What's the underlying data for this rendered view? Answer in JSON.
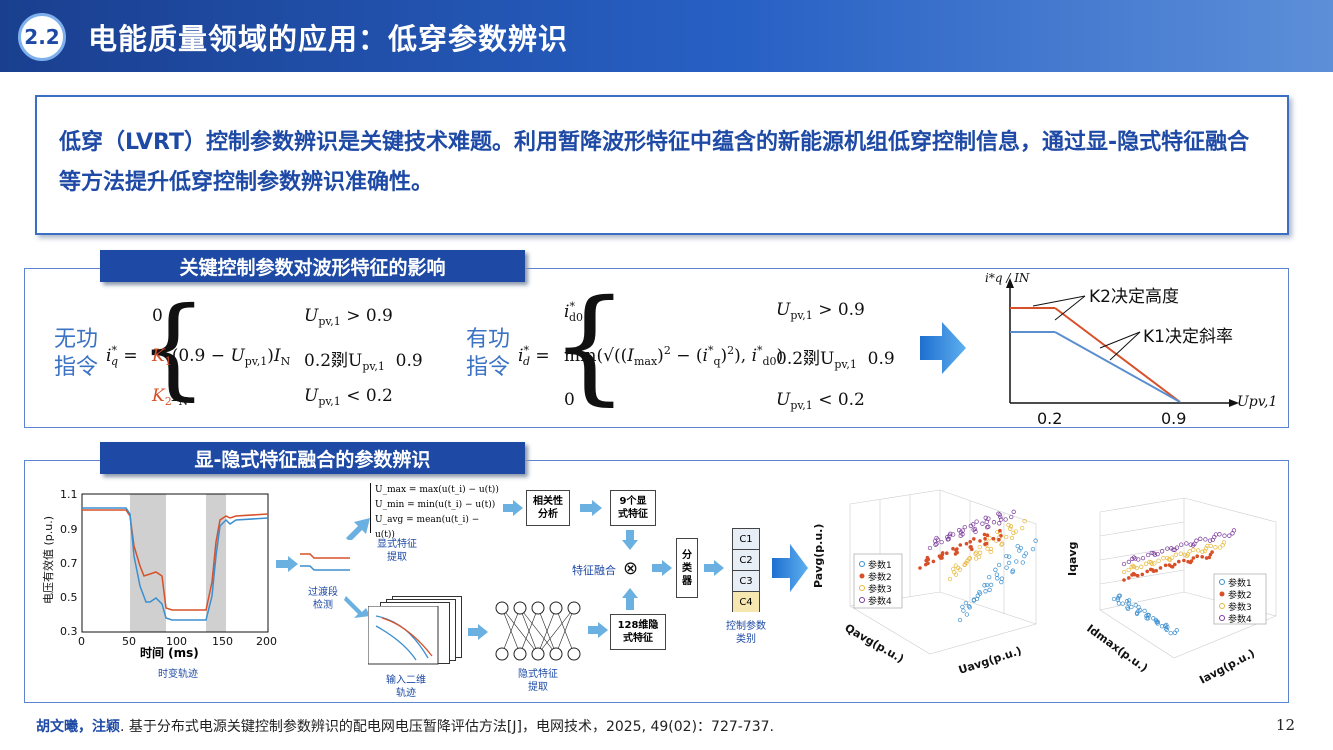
{
  "header": {
    "badge": "2.2",
    "title": "电能质量领域的应用：低穿参数辨识"
  },
  "intro": {
    "text": "低穿（LVRT）控制参数辨识是关键技术难题。利用暂降波形特征中蕴含的新能源机组低穿控制信息，通过显-隐式特征融合等方法提升低穿控制参数辨识准确性。"
  },
  "section1": {
    "title": "关键控制参数对波形特征的影响",
    "reactive_label": "无功\n指令",
    "active_label": "有功\n指令",
    "reactive_eq": {
      "case1_val": "0",
      "case1_cond": "> 0.9",
      "case2_val": "(0.9 − U",
      "case2_cond": "0.2剟U",
      "case2_cond_tail": "0.9",
      "case3_cond": "< 0.2"
    },
    "active_eq": {
      "case2_cond": "0.2剟U",
      "case2_cond_tail": "0.9",
      "case1_cond": "> 0.9",
      "case3_val": "0",
      "case3_cond": "< 0.2"
    },
    "graph": {
      "ylabel": "i*q / IN",
      "xlabel": "Upv,1",
      "k2_label": "K2决定高度",
      "k1_label": "K1决定斜率",
      "tick1": "0.2",
      "tick2": "0.9"
    }
  },
  "section2": {
    "title": "显-隐式特征融合的参数辨识",
    "plot1": {
      "ylabel": "电压有效值 (p.u.)",
      "xlabel": "时间 (ms)",
      "yticks": [
        "1.1",
        "0.9",
        "0.7",
        "0.5",
        "0.3"
      ],
      "xticks": [
        "0",
        "50",
        "100",
        "150",
        "200"
      ],
      "caption": "时变轨迹"
    },
    "labels": {
      "transition": "过渡段\n检测",
      "explicit": "显式特征\n提取",
      "input2d": "输入二维\n轨迹",
      "implicit": "隐式特征\n提取",
      "fusion": "特征融合",
      "ctrl_cat": "控制参数\n类别"
    },
    "formulas": [
      "U_max = max(u(t_i) − u(t))",
      "U_min = min(u(t_i) − u(t))",
      "U_avg = mean(u(t_i) − u(t))"
    ],
    "boxes": {
      "corr": "相关性\n分析",
      "nine": "9个显\n式特征",
      "implicit128": "128维隐\n式特征",
      "classifier": "分\n类\n器"
    },
    "classes": [
      "C1",
      "C2",
      "C3",
      "C4"
    ],
    "plot3d_1": {
      "zlabel": "Pavg(p.u.)",
      "xlabel": "Qavg(p.u.)",
      "ylabel": "Uavg(p.u.)",
      "legend": [
        "参数1",
        "参数2",
        "参数3",
        "参数4"
      ]
    },
    "plot3d_2": {
      "zlabel": "Iqavg",
      "xlabel": "Idmax(p.u.)",
      "ylabel": "Iavg(p.u.)",
      "legend": [
        "参数1",
        "参数2",
        "参数3",
        "参数4"
      ]
    },
    "colors": {
      "p1": "#3b8fd0",
      "p2": "#d8502a",
      "p3": "#e8b83a",
      "p4": "#7a3a9a"
    }
  },
  "footer": {
    "authors": "胡文曦，注颖",
    "citation": ". 基于分布式电源关键控制参数辨识的配电网电压暂降评估方法[J]，电网技术，2025, 49(02)：727-737."
  },
  "page_number": "12"
}
